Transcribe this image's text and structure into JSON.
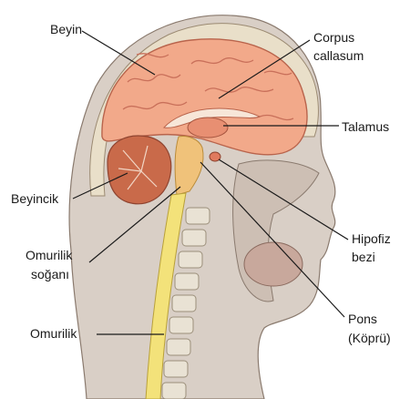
{
  "labels": {
    "beyin": "Beyin",
    "corpus_callosum_line1": "Corpus",
    "corpus_callosum_line2": "callasum",
    "talamus": "Talamus",
    "beyincik": "Beyincik",
    "hipofiz_line1": "Hipofiz",
    "hipofiz_line2": "bezi",
    "omurilik_sogani_line1": "Omurilik",
    "omurilik_sogani_line2": "soğanı",
    "pons_line1": "Pons",
    "pons_line2": "(Köprü)",
    "omurilik": "Omurilik"
  },
  "colors": {
    "background": "#ffffff",
    "skin": "#d8cfc6",
    "skull_bone": "#e8dfcc",
    "brain": "#f2a98a",
    "brain_gyri": "#c9705a",
    "cerebellum": "#c96a4a",
    "spinal_cord": "#f3e27a",
    "vertebra": "#e9e2d4",
    "leader_line": "#1a1a1a"
  }
}
